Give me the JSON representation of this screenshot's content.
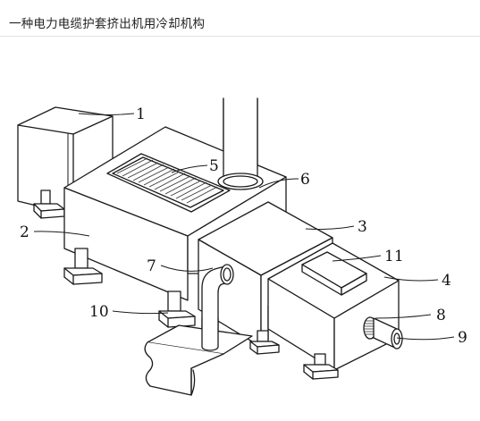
{
  "header": {
    "title": "一种电力电缆护套挤出机用冷却机构"
  },
  "callouts": [
    {
      "id": "1",
      "text": "1"
    },
    {
      "id": "2",
      "text": "2"
    },
    {
      "id": "3",
      "text": "3"
    },
    {
      "id": "4",
      "text": "4"
    },
    {
      "id": "5",
      "text": "5"
    },
    {
      "id": "6",
      "text": "6"
    },
    {
      "id": "7",
      "text": "7"
    },
    {
      "id": "8",
      "text": "8"
    },
    {
      "id": "9",
      "text": "9"
    },
    {
      "id": "10",
      "text": "10"
    },
    {
      "id": "11",
      "text": "11"
    }
  ]
}
